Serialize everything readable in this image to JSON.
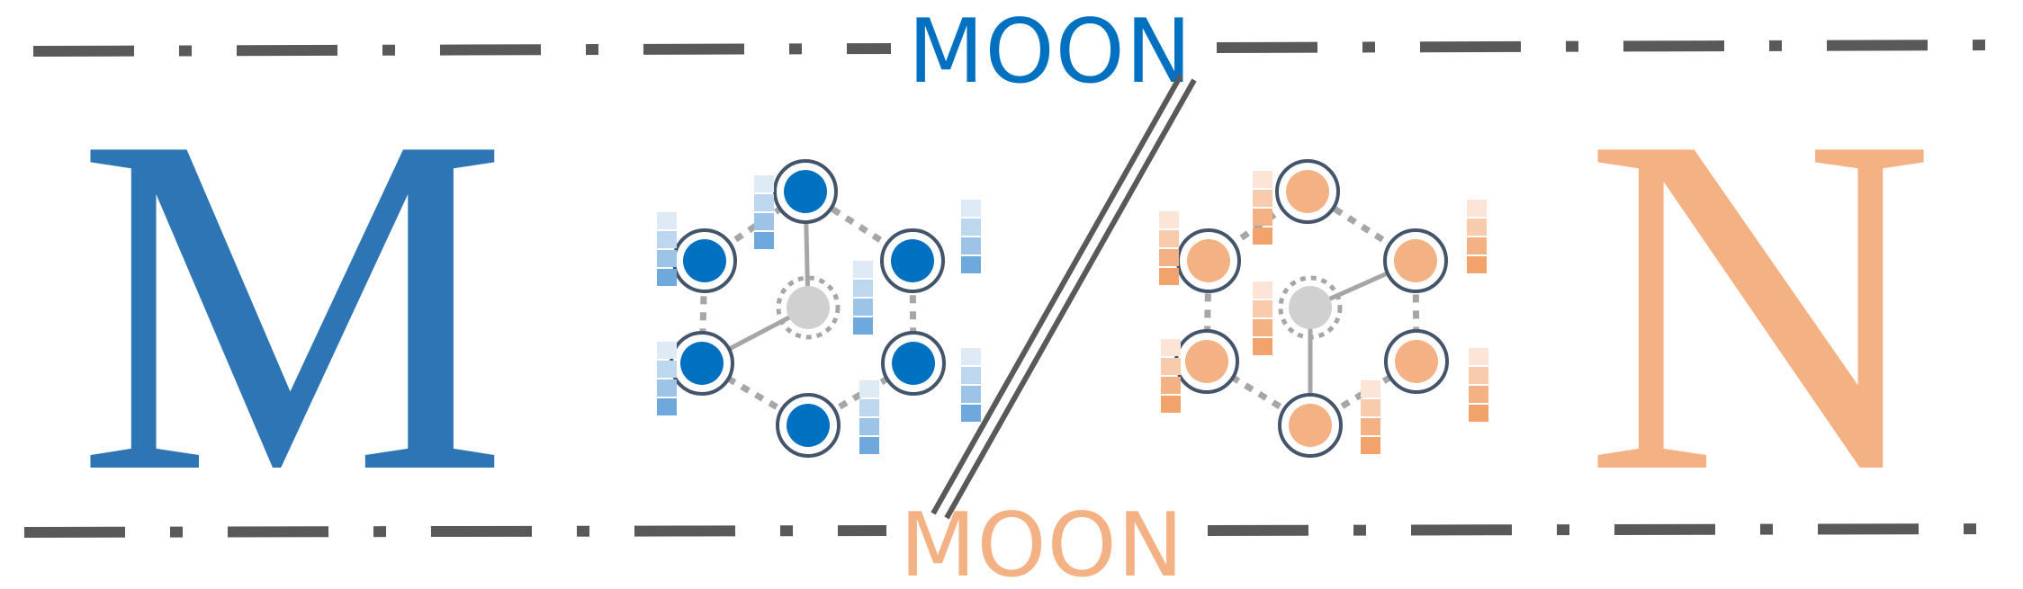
{
  "top_word": {
    "text": "MOON",
    "color": "#0070C0"
  },
  "bottom_word": {
    "text": "MOON",
    "color": "#F4B183"
  },
  "left_letter": {
    "text": "M",
    "color": "#2E75B6"
  },
  "right_letter": {
    "text": "N",
    "color": "#F4B183"
  },
  "colors": {
    "rule_line": "#595959",
    "slash": "#595959",
    "node_outline": "#44546A",
    "center_node": "#D0D0D0",
    "link_gray": "#A6A6A6",
    "blue_node": "#0070C0",
    "blue_bar_shades": [
      "#DEEBF7",
      "#BDD7EE",
      "#9DC3E6",
      "#6FA8DC"
    ],
    "orange_node": "#F4B183",
    "orange_bar_shades": [
      "#FCE4D6",
      "#F8CBAD",
      "#F4B183",
      "#F1A36B"
    ]
  },
  "graphs": [
    {
      "id": "blue",
      "theme": "blue",
      "connected_outer_node_indices": [
        0,
        4
      ]
    },
    {
      "id": "orange",
      "theme": "orange",
      "connected_outer_node_indices": [
        1,
        3
      ]
    }
  ]
}
